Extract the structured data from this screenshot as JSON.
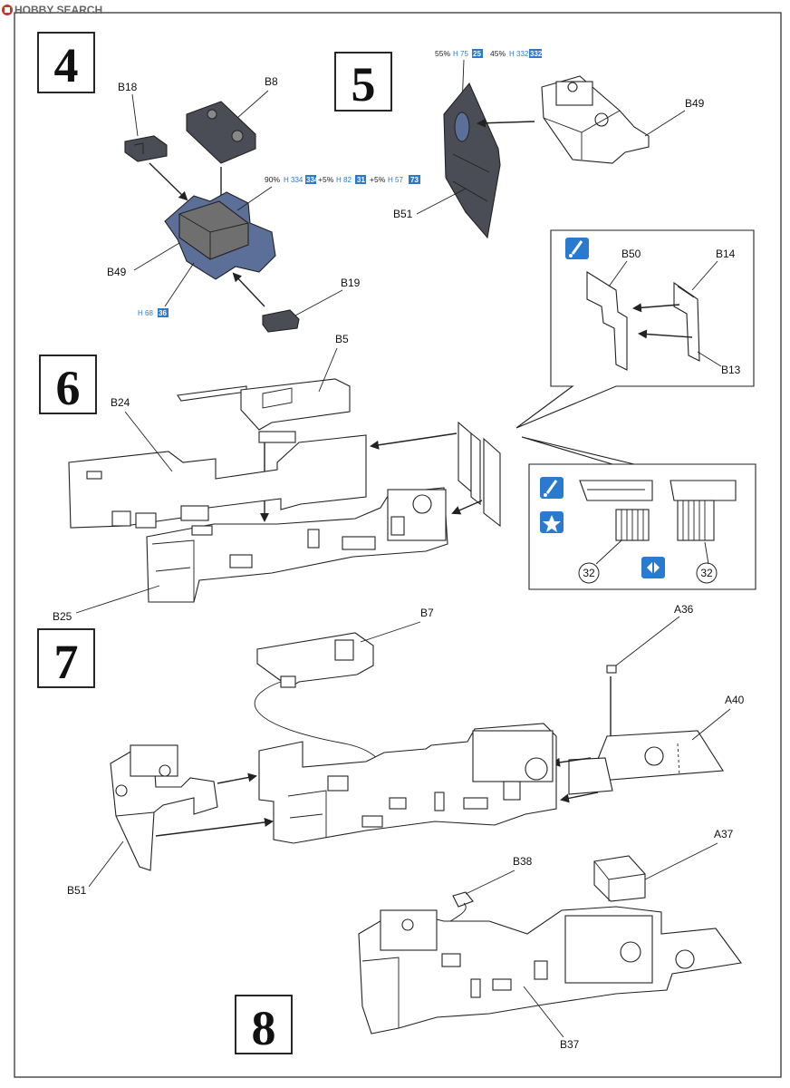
{
  "header": {
    "watermark": "HOBBY SEARCH"
  },
  "steps": {
    "s4": "4",
    "s5": "5",
    "s6": "6",
    "s7": "7",
    "s8": "8"
  },
  "labels": {
    "B18": "B18",
    "B8": "B8",
    "B49_step4": "B49",
    "B19": "B19",
    "B49_step5": "B49",
    "B51_step5": "B51",
    "B50": "B50",
    "B14": "B14",
    "B13": "B13",
    "B5": "B5",
    "B24": "B24",
    "B25": "B25",
    "B7": "B7",
    "A36": "A36",
    "A40": "A40",
    "B51_step7": "B51",
    "B38": "B38",
    "A37": "A37",
    "B37": "B37"
  },
  "paint_codes": {
    "mix5_a_pct": "55%",
    "mix5_a_h": "H 75",
    "mix5_a_box": "25",
    "mix5_b_pct": "45%",
    "mix5_b_h": "H 332",
    "mix5_b_box": "332",
    "mix4_a_pct": "90%",
    "mix4_a_h": "H 334",
    "mix4_a_box": "334",
    "mix4_b_pct": "+5%",
    "mix4_b_h": "H 82",
    "mix4_b_box": "31",
    "mix4_c_pct": "+5%",
    "mix4_c_h": "H 57",
    "mix4_c_box": "73",
    "single_h": "H 68",
    "single_box": "36"
  },
  "decals": {
    "d32_left": "32",
    "d32_right": "32"
  },
  "icons": [
    "hobby-logo-icon",
    "paint-icon",
    "paint-icon",
    "star-icon",
    "decal-apply-icon"
  ],
  "colors": {
    "accent_blue": "#2a7bd0",
    "part_blue": "#5b6f99",
    "part_gray": "#6f6f6f"
  }
}
